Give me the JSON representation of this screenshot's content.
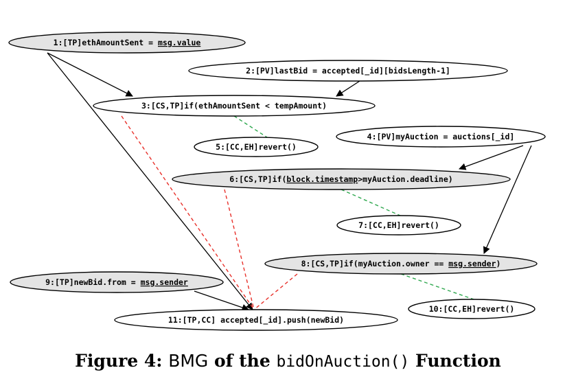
{
  "colors": {
    "shaded_fill": "#e4e4e4",
    "plain_fill": "#ffffff",
    "control_edge": "#e8302a",
    "data_edge": "#2fa84f",
    "flow_edge": "#000000"
  },
  "nodes": [
    {
      "id": "n1",
      "shaded": true,
      "segments": [
        {
          "t": "1:[TP]ethAmountSent = "
        },
        {
          "t": "msg.value",
          "u": true
        }
      ]
    },
    {
      "id": "n2",
      "shaded": false,
      "segments": [
        {
          "t": "2:[PV]lastBid = accepted[_id][bidsLength-1]"
        }
      ]
    },
    {
      "id": "n3",
      "shaded": false,
      "segments": [
        {
          "t": "3:[CS,TP]if(ethAmountSent < tempAmount)"
        }
      ]
    },
    {
      "id": "n4",
      "shaded": false,
      "segments": [
        {
          "t": "4:[PV]myAuction = auctions[_id]"
        }
      ]
    },
    {
      "id": "n5",
      "shaded": false,
      "segments": [
        {
          "t": "5:[CC,EH]revert()"
        }
      ]
    },
    {
      "id": "n6",
      "shaded": true,
      "segments": [
        {
          "t": "6:[CS,TP]if("
        },
        {
          "t": "block.timestamp",
          "u": true
        },
        {
          "t": ">myAuction.deadline)"
        }
      ]
    },
    {
      "id": "n7",
      "shaded": false,
      "segments": [
        {
          "t": "7:[CC,EH]revert()"
        }
      ]
    },
    {
      "id": "n8",
      "shaded": true,
      "segments": [
        {
          "t": "8:[CS,TP]if(myAuction.owner == "
        },
        {
          "t": "msg.sender",
          "u": true
        },
        {
          "t": ")"
        }
      ]
    },
    {
      "id": "n9",
      "shaded": true,
      "segments": [
        {
          "t": "9:[TP]newBid.from = "
        },
        {
          "t": "msg.sender",
          "u": true
        }
      ]
    },
    {
      "id": "n10",
      "shaded": false,
      "segments": [
        {
          "t": "10:[CC,EH]revert()"
        }
      ]
    },
    {
      "id": "n11",
      "shaded": false,
      "segments": [
        {
          "t": "11:[TP,CC] accepted[_id].push(newBid)"
        }
      ]
    }
  ],
  "edges": [
    {
      "from": "n1",
      "to": "n3",
      "style": "solid",
      "arrow": true
    },
    {
      "from": "n2",
      "to": "n3",
      "style": "solid",
      "arrow": true
    },
    {
      "from": "n1",
      "to": "n11",
      "style": "solid",
      "arrow": true
    },
    {
      "from": "n4",
      "to": "n6",
      "style": "solid",
      "arrow": true
    },
    {
      "from": "n4",
      "to": "n8",
      "style": "solid",
      "arrow": true
    },
    {
      "from": "n9",
      "to": "n11",
      "style": "solid",
      "arrow": true
    },
    {
      "from": "n3",
      "to": "n5",
      "style": "green",
      "arrow": false
    },
    {
      "from": "n6",
      "to": "n7",
      "style": "green",
      "arrow": false
    },
    {
      "from": "n8",
      "to": "n10",
      "style": "green",
      "arrow": false
    },
    {
      "from": "n3",
      "to": "n11",
      "style": "red",
      "arrow": false
    },
    {
      "from": "n6",
      "to": "n11",
      "style": "red",
      "arrow": false
    },
    {
      "from": "n8",
      "to": "n11",
      "style": "red",
      "arrow": false
    }
  ],
  "caption": {
    "part1": "Figure 4: ",
    "part2": "BMG",
    "part3": " of the ",
    "part4": "bidOnAuction()",
    "part5": " Function"
  }
}
